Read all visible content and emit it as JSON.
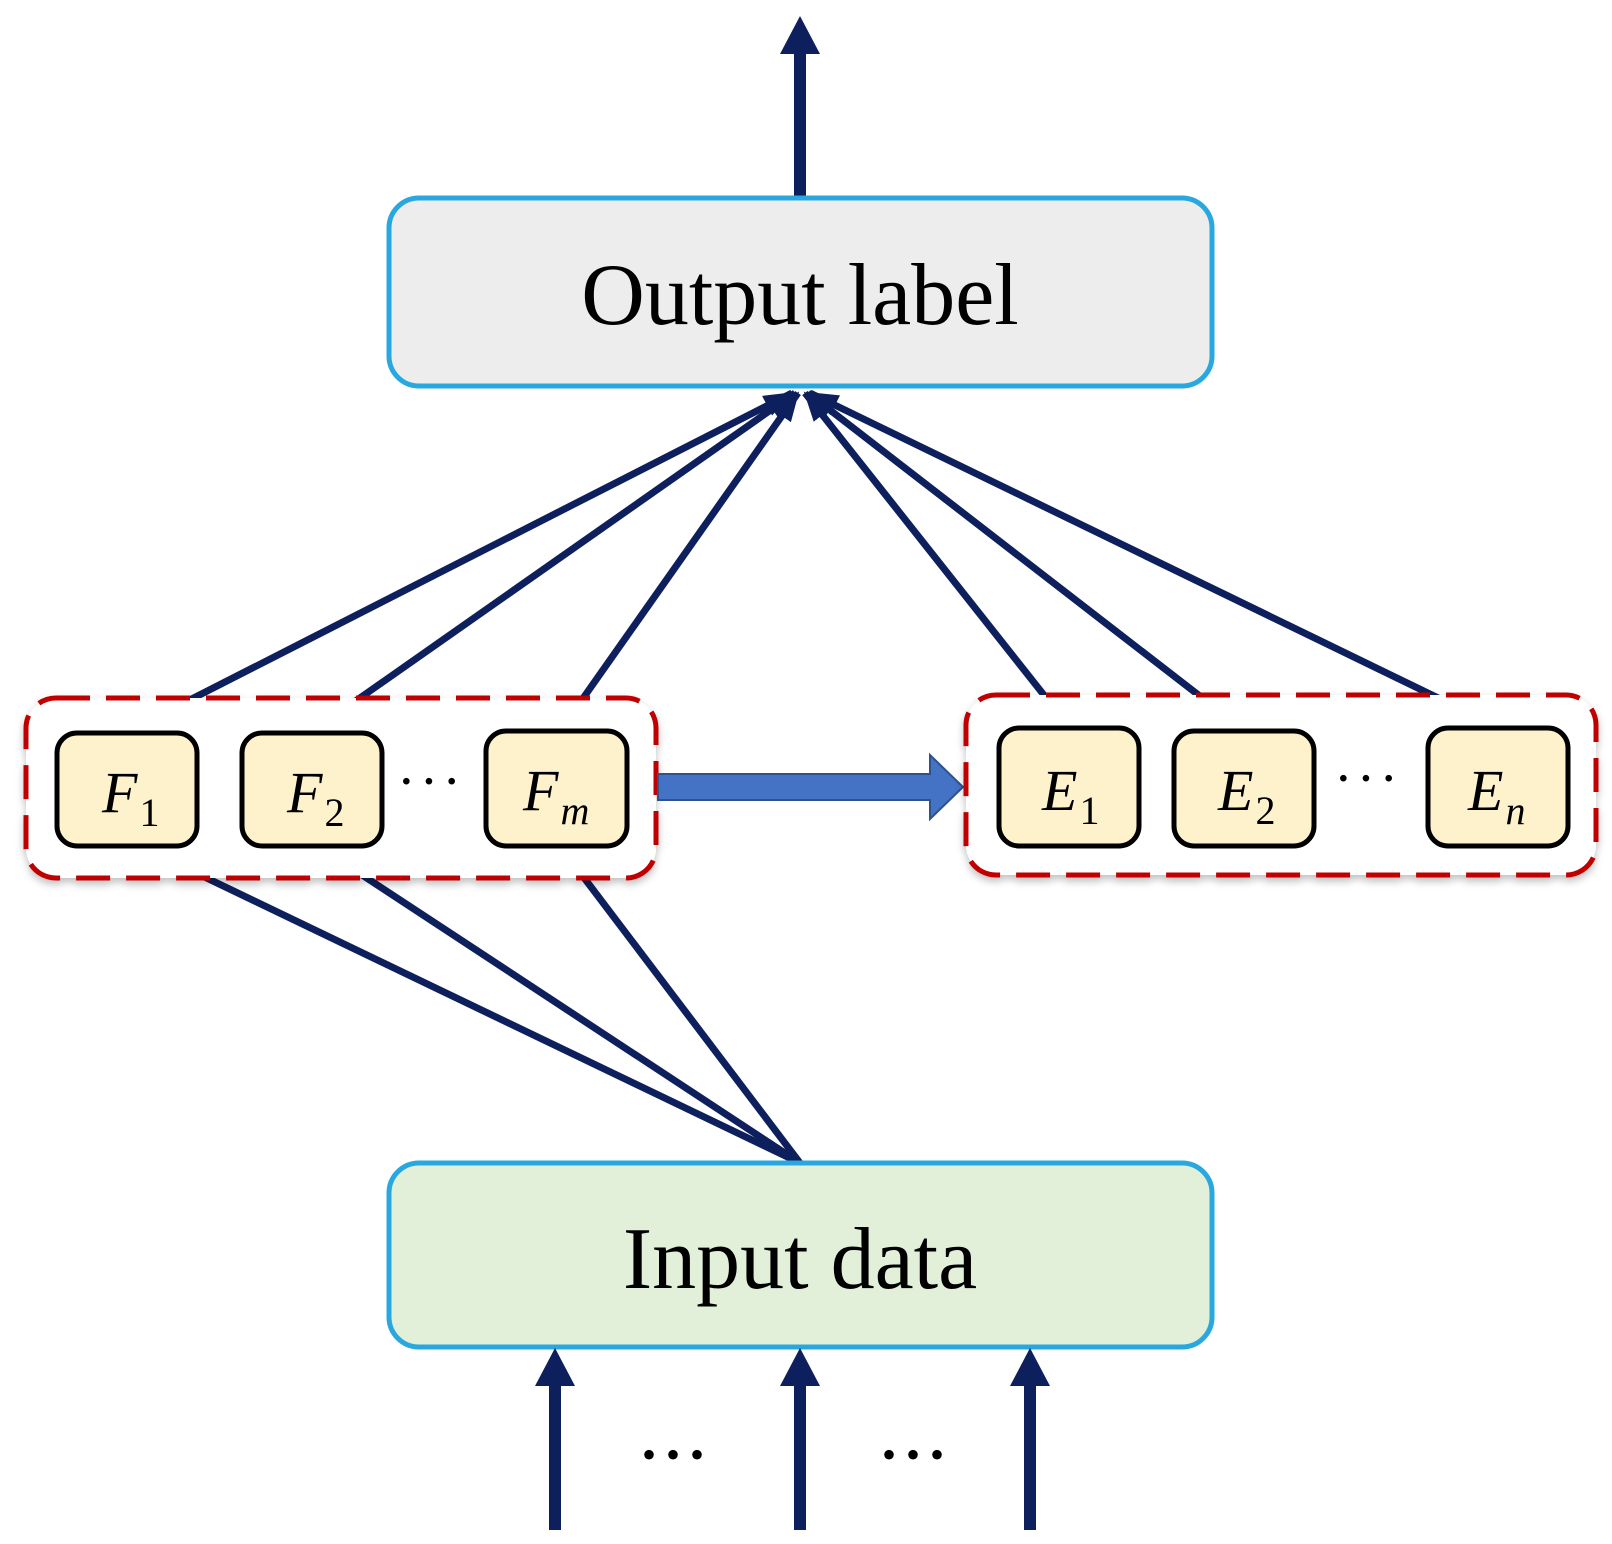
{
  "output_box": {
    "label": "Output label",
    "fill": "#ededed",
    "stroke": "#29a8e0"
  },
  "input_box": {
    "label": "Input data",
    "fill": "#e2efd9",
    "stroke": "#29a8e0"
  },
  "f_group": {
    "nodes": [
      {
        "base": "F",
        "sub": "1"
      },
      {
        "base": "F",
        "sub": "2"
      },
      {
        "base": "F",
        "sub": "m"
      }
    ],
    "ellipsis": "···"
  },
  "e_group": {
    "nodes": [
      {
        "base": "E",
        "sub": "1"
      },
      {
        "base": "E",
        "sub": "2"
      },
      {
        "base": "E",
        "sub": "n"
      }
    ],
    "ellipsis": "···"
  },
  "bottom_ellipsis": [
    "•••",
    "•••"
  ],
  "colors": {
    "arrow": "#0d1f5c",
    "node_fill": "#fef2cc",
    "group_dash": "#c00000",
    "block_arrow": "#4472c4"
  }
}
